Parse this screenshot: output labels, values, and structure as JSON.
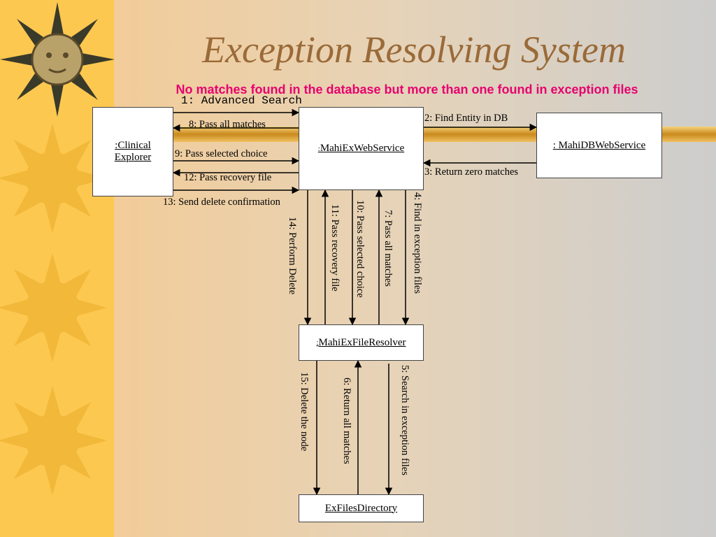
{
  "title": "Exception Resolving System",
  "subtitle": "No matches found in the database but more than one found in exception files",
  "colors": {
    "title": "#9a6a38",
    "subtitle": "#e8006e",
    "sidebar": "#fcc850",
    "sun": "#f2b83a",
    "bar": "#e6a12a"
  },
  "objects": {
    "clinical_explorer": {
      "line1": ":Clinical",
      "line2": "Explorer"
    },
    "mahi_ex_web_service": {
      "prefix": ":",
      "name": " MahiExWebService"
    },
    "mahi_db_web_service": {
      "name": ": MahiDBWebService"
    },
    "mahi_ex_file_resolver": {
      "prefix": ":",
      "name": "MahiExFileResolver"
    },
    "ex_files_directory": {
      "name": "ExFilesDirectory"
    }
  },
  "messages": {
    "m1": "1: Advanced Search",
    "m2": "2: Find Entity in DB",
    "m3": "3: Return zero matches",
    "m4": "4: Find in exception files",
    "m5": "5: Search in exception files",
    "m6": "6: Return all matches",
    "m7": "7: Pass all matches",
    "m8": "8: Pass all  matches",
    "m9": "9: Pass selected choice",
    "m10": "10: Pass selected choice",
    "m11": "11: Pass recovery file",
    "m12": "12: Pass recovery file",
    "m13": "13: Send delete confirmation",
    "m14": "14: Perform Delete",
    "m15": "15: Delete the node"
  }
}
